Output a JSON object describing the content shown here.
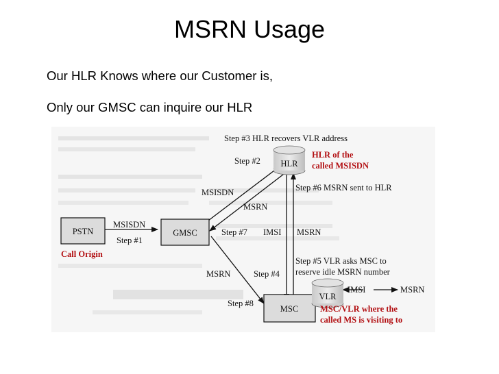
{
  "slide": {
    "title": "MSRN Usage",
    "line1": "Our HLR Knows where our Customer is,",
    "line2": "Only our GMSC can inquire our HLR"
  },
  "diagram": {
    "nodes": {
      "pstn": "PSTN",
      "gmsc": "GMSC",
      "hlr": "HLR",
      "msc": "MSC",
      "vlr": "VLR"
    },
    "labels": {
      "step3": "Step #3 HLR recovers VLR address",
      "step2": "Step #2",
      "hlr_note_1": "HLR of the",
      "hlr_note_2": "called MSISDN",
      "step6": "Step #6 MSRN sent to HLR",
      "msisdn_gmsc_hlr": "MSISDN",
      "msrn_hlr_gmsc": "MSRN",
      "msisdn_pstn": "MSISDN",
      "step1": "Step #1",
      "call_origin": "Call Origin",
      "step7": "Step #7",
      "imsi_hlr_msc": "IMSI",
      "msrn_msc_hlr": "MSRN",
      "step5_1": "Step #5 VLR asks MSC to",
      "step5_2": "reserve idle MSRN number",
      "msrn_gmsc_msc": "MSRN",
      "step4": "Step #4",
      "imsi_vlr": "IMSI",
      "msrn_vlr": "MSRN",
      "step8": "Step #8",
      "msc_note_1": "MSC/VLR where the",
      "msc_note_2": "called MS is visiting to"
    },
    "colors": {
      "accent_red": "#b20f12",
      "box_fill": "#dcdcdc"
    }
  }
}
